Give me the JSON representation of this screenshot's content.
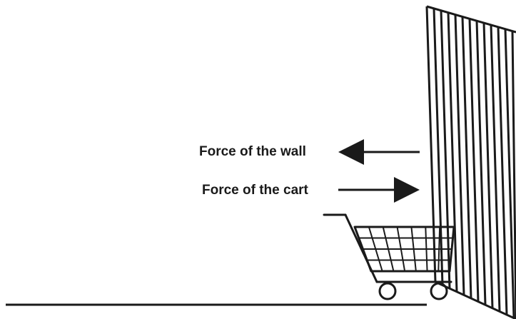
{
  "labels": {
    "wall_force": "Force of the wall",
    "cart_force": "Force of the cart"
  },
  "colors": {
    "ink": "#1a1a1a",
    "background": "#ffffff"
  },
  "icons": {
    "wall": "striped-wall",
    "cart": "shopping-cart-icon",
    "wall_arrow": "arrow-left-icon",
    "cart_arrow": "arrow-right-icon"
  }
}
